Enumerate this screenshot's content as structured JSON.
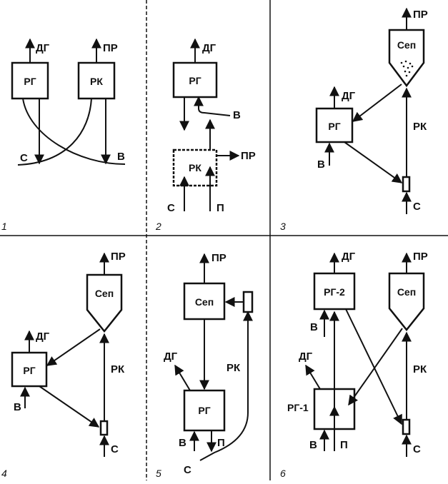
{
  "diagrams": [
    {
      "number": "1",
      "units": {
        "rg": "РГ",
        "rk": "РК"
      },
      "streams": {
        "dg": "ДГ",
        "pr": "ПР",
        "s": "С",
        "v": "В"
      }
    },
    {
      "number": "2",
      "units": {
        "rg": "РГ",
        "rk": "РК"
      },
      "streams": {
        "dg": "ДГ",
        "v": "В",
        "pr": "ПР",
        "s": "С",
        "p": "П"
      }
    },
    {
      "number": "3",
      "units": {
        "sep": "Сеп",
        "rg": "РГ"
      },
      "streams": {
        "pr": "ПР",
        "dg": "ДГ",
        "rk": "РК",
        "v": "В",
        "s": "С"
      }
    },
    {
      "number": "4",
      "units": {
        "sep": "Сеп",
        "rg": "РГ"
      },
      "streams": {
        "pr": "ПР",
        "dg": "ДГ",
        "rk": "РК",
        "v": "В",
        "s": "С"
      }
    },
    {
      "number": "5",
      "units": {
        "sep": "Сеп",
        "rg": "РГ"
      },
      "streams": {
        "pr": "ПР",
        "dg": "ДГ",
        "rk": "РК",
        "v": "В",
        "p": "П",
        "s": "С"
      }
    },
    {
      "number": "6",
      "units": {
        "rg2": "РГ-2",
        "sep": "Сеп",
        "rg1": "РГ-1"
      },
      "streams": {
        "dg_top": "ДГ",
        "pr": "ПР",
        "v_top": "В",
        "dg_mid": "ДГ",
        "rk": "РК",
        "v_bot": "В",
        "p": "П",
        "s": "С"
      }
    }
  ]
}
